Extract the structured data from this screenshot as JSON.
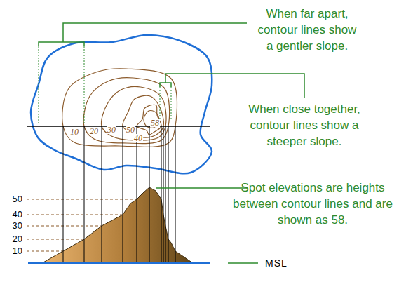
{
  "diagram": {
    "labels": [
      "When far apart, contour lines show a gentler slope.",
      "When close together, contour lines show a steeper slope.",
      "Spot elevations are heights between contour lines and are shown as 58.",
      "10",
      "20",
      "30",
      "50",
      "40",
      "58",
      "50",
      "40",
      "30",
      "20",
      "10",
      "MSL"
    ]
  }
}
